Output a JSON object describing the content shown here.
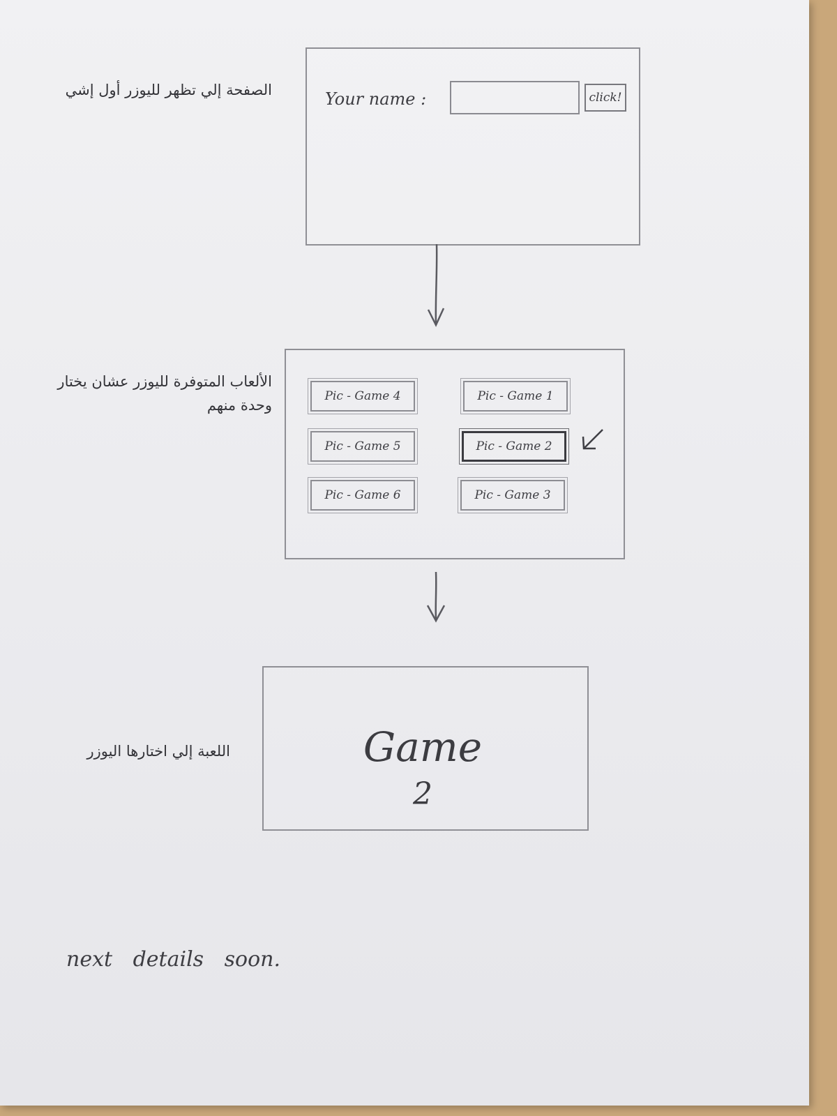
{
  "screen1": {
    "note": "الصفحة إلي تظهر لليوزر أول إشي",
    "name_label": "Your name :",
    "name_value": "",
    "button_label": "click!"
  },
  "screen2": {
    "note": "الألعاب المتوفرة لليوزر عشان يختار وحدة منهم",
    "games": [
      {
        "label": "Pic - Game 4"
      },
      {
        "label": "Pic - Game 1"
      },
      {
        "label": "Pic - Game 5"
      },
      {
        "label": "Pic - Game 2",
        "selected": true
      },
      {
        "label": "Pic - Game 6"
      },
      {
        "label": "Pic - Game 3"
      }
    ]
  },
  "screen3": {
    "note": "اللعبة إلي اختارها اليوزر",
    "title": "Game",
    "number": "2"
  },
  "footer": {
    "text": "next  details  soon."
  }
}
